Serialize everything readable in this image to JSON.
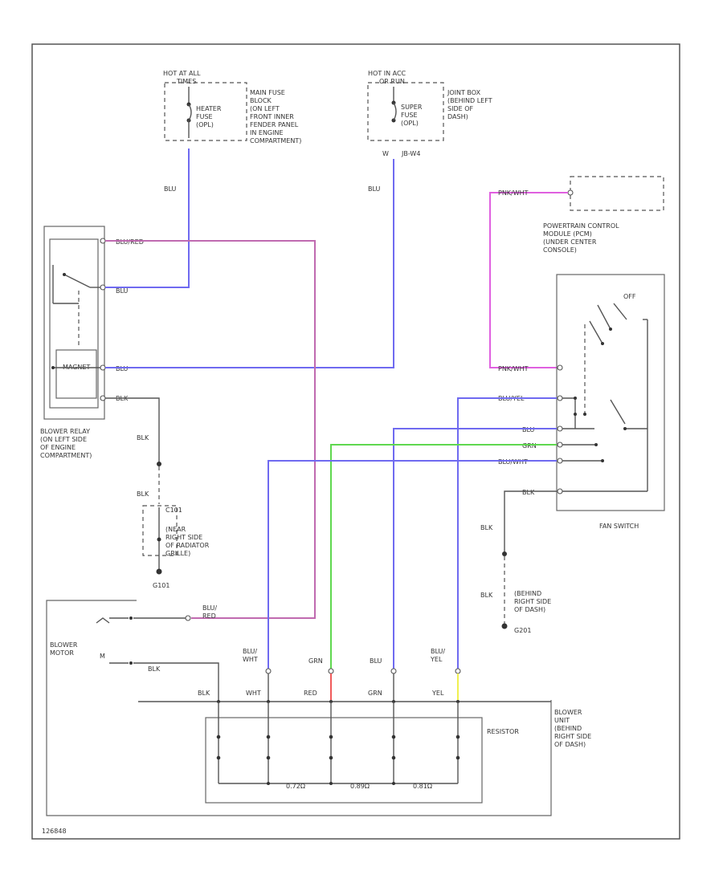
{
  "colors": {
    "blu": "#6f6af0",
    "pink": "#e060e0",
    "mauve": "#c06ab0",
    "grn": "#5fd84f",
    "red": "#f05a5a",
    "yel": "#f0f050",
    "blk": "#555555"
  },
  "labels": {
    "hot_at_all": "HOT AT ALL",
    "times": "TIMES",
    "heater_fuse": "HEATER\nFUSE\n(OPL)",
    "main_fuse_block": "MAIN FUSE\nBLOCK\n(ON LEFT\nFRONT INNER\nFENDER PANEL\nIN ENGINE\nCOMPARTMENT)",
    "hot_in_acc": "HOT IN ACC",
    "or_run": "OR RUN",
    "super_fuse": "SUPER\nFUSE\n(OPL)",
    "joint_box": "JOINT BOX\n(BEHIND LEFT\nSIDE OF\nDASH)",
    "w_tag": "W",
    "jb_ref": "JB-W4",
    "blu_left": "BLU",
    "blu_mid": "BLU",
    "blu_red_relay": "BLU/RED",
    "blu_relay": "BLU",
    "blk_relay": "BLK",
    "blu_relay2": "BLU",
    "blower_relay": "BLOWER RELAY\n(ON LEFT SIDE\nOF ENGINE\nCOMPARTMENT)",
    "blk_ground1": "BLK",
    "blk_ground2": "BLK",
    "c101": "C101",
    "ground_desc": "(NEAR\nRIGHT SIDE\nOF RADIATOR\nGRILLE)",
    "g101": "G101",
    "pink_wht_top": "PNK/WHT",
    "pcm": "POWERTRAIN CONTROL\nMODULE (PCM)\n(UNDER CENTER\nCONSOLE)",
    "off": "OFF",
    "pink_wht_sw": "PNK/WHT",
    "blu_yel_sw": "BLU/YEL",
    "blu_sw": "BLU",
    "grn_sw": "GRN",
    "blu_wht_sw": "BLU/WHT",
    "blk_sw": "BLK",
    "fan_switch": "FAN SWITCH",
    "blk_g2a": "BLK",
    "blk_g2b": "BLK",
    "ground2_desc": "(BEHIND\nRIGHT SIDE\nOF DASH)",
    "g201": "G201",
    "blu_red_motor": "BLU/\nRED",
    "blower_motor": "BLOWER\nMOTOR",
    "m_minus": "M",
    "blk_motor": "BLK",
    "blu_wht_top": "BLU/\nWHT",
    "grn_top": "GRN",
    "blu_top": "BLU",
    "blu_yel_top": "BLU/\nYEL",
    "blk_bus": "BLK",
    "wht_bus": "WHT",
    "red_bus": "RED",
    "grn_bus": "GRN",
    "yel_bus": "YEL",
    "resistor": "RESISTOR",
    "blower_unit": "BLOWER\nUNIT\n(BEHIND\nRIGHT SIDE\nOF DASH)",
    "r1": "0.72Ω",
    "r2": "0.89Ω",
    "r3": "0.81Ω",
    "footer": "126848"
  }
}
